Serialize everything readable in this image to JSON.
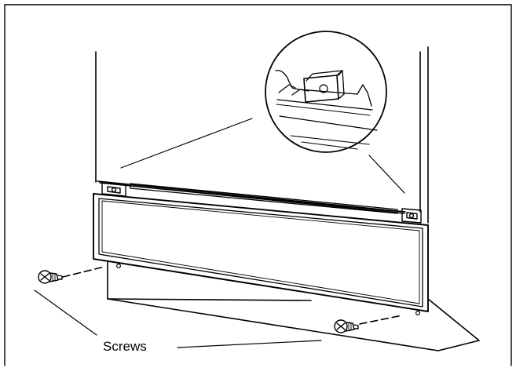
{
  "figure": {
    "callout_label": "Screws",
    "colors": {
      "line": "#000000",
      "background": "#ffffff"
    },
    "parts": [
      "refrigerator-cabinet",
      "kickplate-grille",
      "mounting-bracket",
      "detail-magnifier",
      "screw"
    ]
  }
}
